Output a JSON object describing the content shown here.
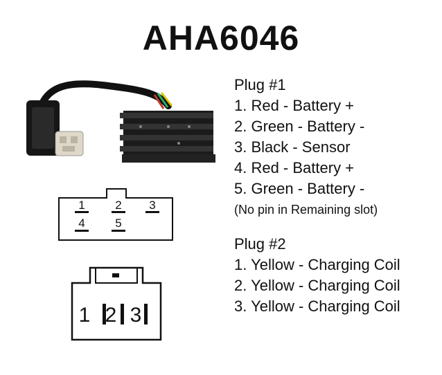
{
  "title": "AHA6046",
  "plug1": {
    "heading": "Plug #1",
    "pins": [
      "1. Red - Battery +",
      "2. Green - Battery -",
      "3. Black - Sensor",
      "4. Red - Battery +",
      "5. Green - Battery -"
    ],
    "note": "(No pin in Remaining slot)",
    "diagram_labels": [
      "1",
      "2",
      "3",
      "4",
      "5"
    ]
  },
  "plug2": {
    "heading": "Plug #2",
    "pins": [
      "1. Yellow - Charging Coil",
      "2. Yellow - Charging Coil",
      "3. Yellow - Charging Coil"
    ],
    "diagram_labels": [
      "1",
      "2",
      "3"
    ]
  }
}
